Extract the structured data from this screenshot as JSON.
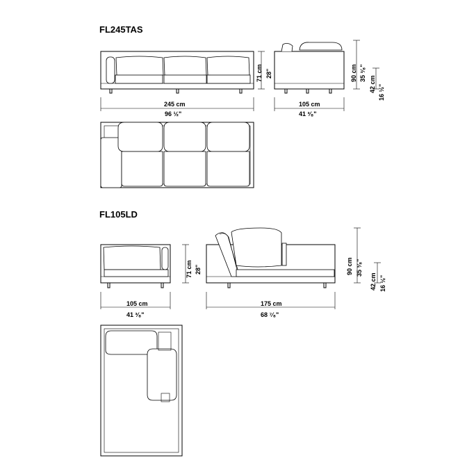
{
  "models": [
    {
      "code": "FL245TAS",
      "front_width_cm": "245 cm",
      "front_width_in": "96 ½\"",
      "front_height_cm": "71 cm",
      "front_height_in": "28\"",
      "side_depth_cm": "105 cm",
      "side_depth_in": "41 ³⁄₈\"",
      "side_height_cm": "90 cm",
      "side_height_in": "35 ³⁄₈\"",
      "seat_height_cm": "42 cm",
      "seat_height_in": "16 ½\""
    },
    {
      "code": "FL105LD",
      "front_width_cm": "105 cm",
      "front_width_in": "41 ³⁄₈\"",
      "front_height_cm": "71 cm",
      "front_height_in": "28\"",
      "side_depth_cm": "175 cm",
      "side_depth_in": "68 ⁷⁄₈\"",
      "side_height_cm": "90 cm",
      "side_height_in": "35 ³⁄₈\"",
      "seat_height_cm": "42 cm",
      "seat_height_in": "16 ½\""
    }
  ]
}
